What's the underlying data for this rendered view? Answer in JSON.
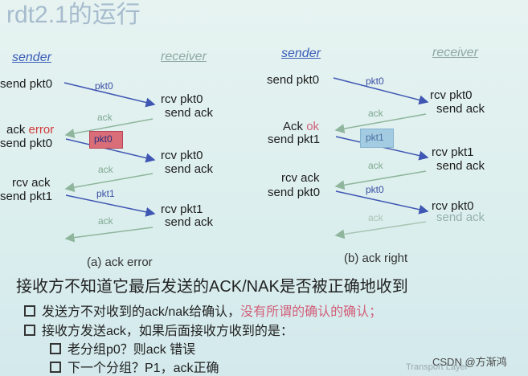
{
  "title": "rdt2.1的运行",
  "left": {
    "sender": "sender",
    "receiver": "receiver",
    "s1": "send pkt0",
    "p1": "pkt0",
    "r1": "rcv pkt0",
    "r2": "send ack",
    "a1": "ack",
    "s2a": "ack",
    "s2b": "error",
    "s3": "send pkt0",
    "p2": "pkt0",
    "r3": "rcv pkt0",
    "r4": "send ack",
    "a2": "ack",
    "s4": "rcv ack",
    "s5": "send pkt1",
    "p3": "pkt1",
    "r5": "rcv pkt1",
    "r6": "send ack",
    "a3": "ack",
    "caption": "(a) ack error"
  },
  "right": {
    "sender": "sender",
    "receiver": "receiver",
    "s1": "send pkt0",
    "p1": "pkt0",
    "r1": "rcv pkt0",
    "r2": "send ack",
    "a1": "ack",
    "s2a": "Ack",
    "s2b": "ok",
    "s3": "send pkt1",
    "p2": "pkt1",
    "r3": "rcv pkt1",
    "r4": "send ack",
    "a2": "ack",
    "s4": "rcv ack",
    "s5": "send pkt0",
    "p3": "pkt0",
    "r5": "rcv pkt0",
    "r6": "send ack",
    "a3": "ack",
    "caption": "(b) ack right"
  },
  "notes": {
    "heading": "接收方不知道它最后发送的ACK/NAK是否被正确地收到",
    "b1a": "发送方不对收到的ack/nak给确认，",
    "b1b": "没有所谓的确认的确认；",
    "b2": "接收方发送ack，如果后面接收方收到的是：",
    "b3": "老分组p0？则ack 错误",
    "b4": "下一个分组？P1，ack正确"
  },
  "footer": {
    "layer": "Transport Layer",
    "watermark": "CSDN @方渐鸿"
  },
  "colors": {
    "pkt_arrow": "#3f56b3",
    "ack_arrow": "#8fb59c",
    "error": "#d23a3a",
    "highlight": "#d25f7a"
  }
}
